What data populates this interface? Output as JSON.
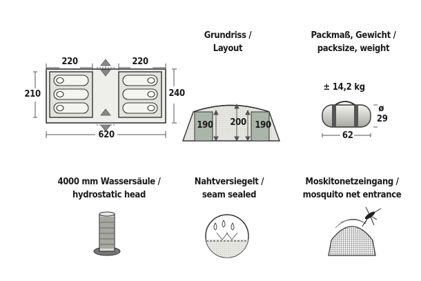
{
  "floorplan": {
    "dim_top_left": "220",
    "dim_top_right": "220",
    "dim_left": "210",
    "dim_right": "240",
    "dim_bottom": "620"
  },
  "layout_section": {
    "label_line1": "Grundriss /",
    "label_line2": "Layout",
    "height_left": "190",
    "height_center": "200",
    "height_right": "190"
  },
  "pack_section": {
    "label_line1": "Packmaß, Gewicht /",
    "label_line2": "packsize, weight",
    "weight": "± 14,2  kg",
    "diameter_symbol": "ø",
    "diameter": "29",
    "length": "62"
  },
  "features": [
    {
      "line1": "4000 mm Wassersäule /",
      "line2": "hydrostatic head",
      "icon": "water-column-icon"
    },
    {
      "line1": "Nahtversiegelt /",
      "line2": "seam sealed",
      "icon": "seam-sealed-icon"
    },
    {
      "line1": "Moskitonetzeingang /",
      "line2": "mosquito net entrance",
      "icon": "mosquito-net-icon"
    }
  ]
}
